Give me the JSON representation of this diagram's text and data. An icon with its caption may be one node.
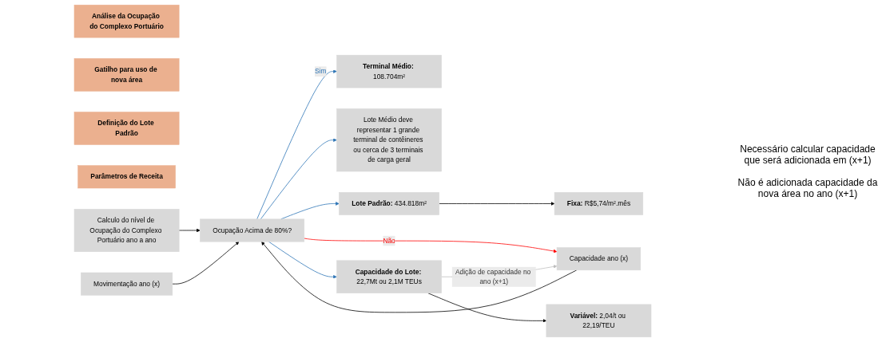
{
  "diagram": {
    "nodes": [
      {
        "text": [
          "Análise da Ocupação do Complexo Portuário"
        ]
      },
      {
        "text": [
          "Gatilho para uso de nova área"
        ]
      },
      {
        "text": [
          "Definição do Lote Padrão"
        ]
      },
      {
        "text": [
          "Parâmetros de Receita"
        ]
      },
      {
        "text": [
          "Calculo do nível de Ocupação do Complexo Portuário ano a ano"
        ]
      },
      {
        "text": [
          "Movimentação ano (x)"
        ]
      },
      {
        "text": [
          "Capacidade ano (x)"
        ]
      },
      {
        "text": [
          "Ocupação Acima de 80%?"
        ]
      },
      {
        "text": [
          "**Terminal Médio:** 108.704m²"
        ]
      },
      {
        "text": [
          "Lote Médio deve representar 1 grande terminal de contêineres ou cerca de 3 terminais de carga geral"
        ]
      },
      {
        "text": [
          "**Lote Padrão:** 434.818m²"
        ]
      },
      {
        "text": [
          "**Capacidade do Lote:** 22,7Mt ou 2,1M TEUs"
        ]
      },
      {
        "text": [
          "**Fixa:** R$5,74/m².mês"
        ]
      },
      {
        "text": [
          "**Variável:** 2,04/t ou 22,19/TEU"
        ]
      }
    ],
    "edges": [
      {
        "from": 4,
        "to": 7,
        "arrow": "to"
      },
      {
        "from": 5,
        "to": 7,
        "arrow": "to"
      },
      {
        "from": 6,
        "to": 7,
        "arrow": "to"
      },
      {
        "from": 7,
        "to": 8,
        "arrow": "to",
        "label": "Sim",
        "color": "#2e75b6"
      },
      {
        "from": 7,
        "to": 9,
        "arrow": "to",
        "color": "#2e75b6"
      },
      {
        "from": 7,
        "to": 10,
        "arrow": "to",
        "color": "#2e75b6"
      },
      {
        "from": 7,
        "to": 11,
        "arrow": "to",
        "color": "#2e75b6"
      },
      {
        "from": 7,
        "to": 6,
        "arrow": "to",
        "label": "Não",
        "color": "#ff0000"
      },
      {
        "from": 11,
        "to": 6,
        "arrow": "to",
        "label": "Adição de capacidade no ano (x+1)",
        "color": "#bfbfbf"
      },
      {
        "from": 10,
        "to": 12,
        "arrow": "to"
      },
      {
        "from": 11,
        "to": 13,
        "arrow": "to"
      }
    ],
    "labels": [
      "Necessário calcular capacidade que será adicionada em (x+1)",
      "Não é adicionada capacidade da nova área no ano (x+1)"
    ]
  }
}
